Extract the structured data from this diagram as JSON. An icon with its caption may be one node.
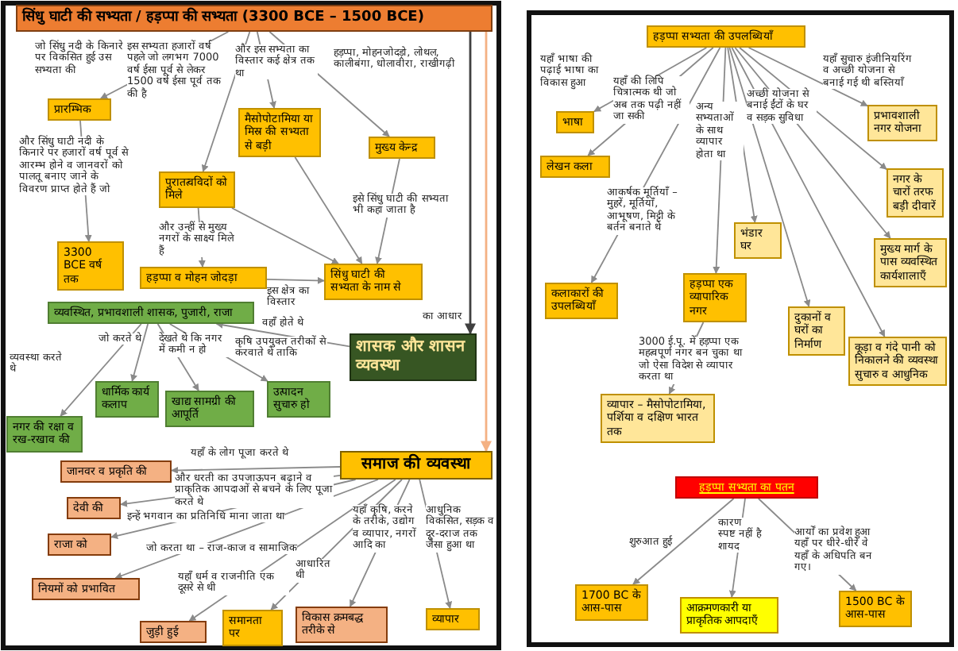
{
  "diagram": {
    "nodes": [
      {
        "text": [
          "सिंधु घाटी की सभ्यता / हड़प्पा की सभ्यता (3300 BCE – 1500 BCE)"
        ]
      },
      {
        "text": [
          "प्रारम्भिक"
        ]
      },
      {
        "text": [
          "पुरातत्वविदों को मिले"
        ]
      },
      {
        "text": [
          "मैसोपोटामिया या मिस्र की सभ्यता से बड़ी"
        ]
      },
      {
        "text": [
          "मुख्य केन्द्र"
        ]
      },
      {
        "text": [
          "3300 BCE वर्ष तक"
        ]
      },
      {
        "text": [
          "हड़प्पा व मोहन जोदड़ा"
        ]
      },
      {
        "text": [
          "सिंधु घाटी की सभ्यता के नाम से"
        ]
      },
      {
        "text": [
          "शासक और शासन व्यवस्था"
        ]
      },
      {
        "text": [
          "व्यवस्थित, प्रभावशाली शासक, पुजारी, राजा"
        ]
      },
      {
        "text": [
          "धार्मिक कार्य कलाप"
        ]
      },
      {
        "text": [
          "खाद्य सामग्री की आपूर्ति"
        ]
      },
      {
        "text": [
          "उत्पादन सुचारु हो"
        ]
      },
      {
        "text": [
          "नगर की रक्षा व रख-रखाव की"
        ]
      },
      {
        "text": [
          "समाज की व्यवस्था"
        ]
      },
      {
        "text": [
          "जानवर व प्रकृति की"
        ]
      },
      {
        "text": [
          "देवी की"
        ]
      },
      {
        "text": [
          "राजा को"
        ]
      },
      {
        "text": [
          "नियमों को प्रभावित"
        ]
      },
      {
        "text": [
          "जुड़ी हुई"
        ]
      },
      {
        "text": [
          "समानता पर"
        ]
      },
      {
        "text": [
          "विकास क्रमबद्ध तरीके से"
        ]
      },
      {
        "text": [
          "व्यापार"
        ]
      },
      {
        "text": [
          "हड़प्पा सभ्यता की उपलब्धियाँ"
        ]
      },
      {
        "text": [
          "भाषा"
        ]
      },
      {
        "text": [
          "लेखन कला"
        ]
      },
      {
        "text": [
          "कलाकारों की उपलब्धियाँ"
        ]
      },
      {
        "text": [
          "हड़प्पा एक व्यापारिक नगर"
        ]
      },
      {
        "text": [
          "व्यापार – मैसोपोटामिया, पर्शिया व दक्षिण भारत तक"
        ]
      },
      {
        "text": [
          "भंडार घर"
        ]
      },
      {
        "text": [
          "दुकानों व घरों का निर्माण"
        ]
      },
      {
        "text": [
          "कूड़ा व गंदे पानी को निकालने की व्यवस्था सुचारु व आधुनिक"
        ]
      },
      {
        "text": [
          "मुख्य मार्ग के पास व्यवस्थित कार्यशालाएँ"
        ]
      },
      {
        "text": [
          "नगर के चारों तरफ बड़ी दीवारें"
        ]
      },
      {
        "text": [
          "प्रभावशाली नगर योजना"
        ]
      },
      {
        "text": [
          "हड़प्पा सभ्यता का पतन"
        ]
      },
      {
        "text": [
          "1700 BC के आस-पास"
        ]
      },
      {
        "text": [
          "आक्रमणकारी या प्राकृतिक आपदाएँ"
        ]
      },
      {
        "text": [
          "1500 BC के आस-पास"
        ]
      }
    ],
    "edges": [
      {
        "from": 0,
        "to": 1,
        "arrow": "to",
        "label": "जो सिंधु नदी के किनारे पर विकसित हुई उस सभ्यता की"
      },
      {
        "from": 0,
        "to": 2,
        "arrow": "to",
        "label": "इस सभ्यता हजारों वर्ष पहले जो लगभग 7000 वर्ष ईसा पूर्व से लेकर 1500 वर्ष ईसा पूर्व तक की है"
      },
      {
        "from": 0,
        "to": 3,
        "arrow": "to",
        "label": "और इस सभ्यता का विस्तार कई क्षेत्र तक था"
      },
      {
        "from": 0,
        "to": 4,
        "arrow": "to",
        "label": "हड़प्पा, मोहनजोदड़ो, लोथल, कालीबंगा, धोलावीरा, राखीगढ़ी"
      },
      {
        "from": 1,
        "to": 5,
        "arrow": "to",
        "label": "और सिंधु घाटी नदी के किनारे पर हजारों वर्ष पूर्व से आरम्भ होने व जानवरों को पालतू बनाए जाने के विवरण प्राप्त होते हैं जो"
      },
      {
        "from": 2,
        "to": 6,
        "arrow": "to",
        "label": "और उन्हीं से मुख्य नगरों के साक्ष्य मिले हैं"
      },
      {
        "from": 2,
        "to": 7,
        "arrow": "to"
      },
      {
        "from": 3,
        "to": 7,
        "arrow": "to"
      },
      {
        "from": 4,
        "to": 7,
        "arrow": "to",
        "label": "इसे सिंधु घाटी की सभ्यता भी कहा जाता है"
      },
      {
        "from": 6,
        "to": 7,
        "arrow": "to",
        "label": "इस क्षेत्र का विस्तार"
      },
      {
        "from": 0,
        "to": 8,
        "arrow": "to",
        "label": "का आधार",
        "color": "#404040"
      },
      {
        "from": 8,
        "to": 9,
        "arrow": "to",
        "label": "वहाँ होते थे"
      },
      {
        "from": 9,
        "to": 10,
        "arrow": "to",
        "label": "जो करते थे"
      },
      {
        "from": 9,
        "to": 11,
        "arrow": "to",
        "label": "देखते थे कि नगर में कमी न हो"
      },
      {
        "from": 9,
        "to": 12,
        "arrow": "to",
        "label": "कृषि उपयुक्त तरीकों से करवाते थे ताकि"
      },
      {
        "from": 9,
        "to": 13,
        "arrow": "to",
        "label": "व्यवस्था करते थे"
      },
      {
        "from": 0,
        "to": 14,
        "arrow": "to",
        "color": "#f4b183"
      },
      {
        "from": 14,
        "to": 15,
        "arrow": "to",
        "label": "यहाँ के लोग पूजा करते थे"
      },
      {
        "from": 14,
        "to": 16,
        "arrow": "to",
        "label": "और धरती का उपजाऊपन बढ़ाने व प्राकृतिक आपदाओं से बचने के लिए पूजा करते थे"
      },
      {
        "from": 14,
        "to": 17,
        "arrow": "to",
        "label": "इन्हें भगवान का प्रतिनिधि माना जाता था"
      },
      {
        "from": 14,
        "to": 18,
        "arrow": "to",
        "label": "जो करता था – राज-काज व सामाजिक"
      },
      {
        "from": 14,
        "to": 19,
        "arrow": "to",
        "label": "यहाँ धर्म व राजनीति एक दूसरे से थी"
      },
      {
        "from": 14,
        "to": 20,
        "arrow": "to",
        "label": "आधारित थी"
      },
      {
        "from": 14,
        "to": 21,
        "arrow": "to",
        "label": "यहाँ कृषि, करने के तरीके, उद्योग व व्यापार, नगरों आदि का"
      },
      {
        "from": 14,
        "to": 22,
        "arrow": "to",
        "label": "आधुनिक विकसित, सड़क व दूर-दराज तक जैसा हुआ था"
      },
      {
        "from": 23,
        "to": 24,
        "arrow": "to",
        "label": "यहाँ भाषा की पढ़ाई भाषा का विकास हुआ"
      },
      {
        "from": 23,
        "to": 25,
        "arrow": "to",
        "label": "यहाँ की लिपि चित्रात्मक थी जो अब तक पढ़ी नहीं जा सकी"
      },
      {
        "from": 23,
        "to": 26,
        "arrow": "to",
        "label": "आकर्षक मूर्तियाँ – मुहरें, मूर्तियाँ, आभूषण, मिट्टी के बर्तन बनाते थे"
      },
      {
        "from": 23,
        "to": 27,
        "arrow": "to",
        "label": "अन्य सभ्यताओं के साथ व्यापार होता था"
      },
      {
        "from": 27,
        "to": 28,
        "arrow": "to",
        "label": "3000 ई.पू. में हड़प्पा एक महत्वपूर्ण नगर बन चुका था जो ऐसा विदेश से व्यापार करता था"
      },
      {
        "from": 23,
        "to": 29,
        "arrow": "to",
        "label": "अच्छी योजना से बनाई ईंटों के घर व सड़क सुविधा"
      },
      {
        "from": 23,
        "to": 30,
        "arrow": "to"
      },
      {
        "from": 23,
        "to": 31,
        "arrow": "to"
      },
      {
        "from": 23,
        "to": 32,
        "arrow": "to"
      },
      {
        "from": 23,
        "to": 33,
        "arrow": "to"
      },
      {
        "from": 23,
        "to": 34,
        "arrow": "to",
        "label": "यहाँ सुचारु इंजीनियरिंग व अच्छी योजना से बनाई गई थी बस्तियाँ"
      },
      {
        "from": 35,
        "to": 36,
        "arrow": "to",
        "label": "शुरुआत हुई"
      },
      {
        "from": 35,
        "to": 37,
        "arrow": "to",
        "label": "कारण स्पष्ट नहीं है शायद"
      },
      {
        "from": 35,
        "to": 38,
        "arrow": "to",
        "label": "आर्यों का प्रवेश हुआ यहाँ पर धीरे-धीरे वे यहाँ के अधिपति बन गए।"
      }
    ]
  }
}
